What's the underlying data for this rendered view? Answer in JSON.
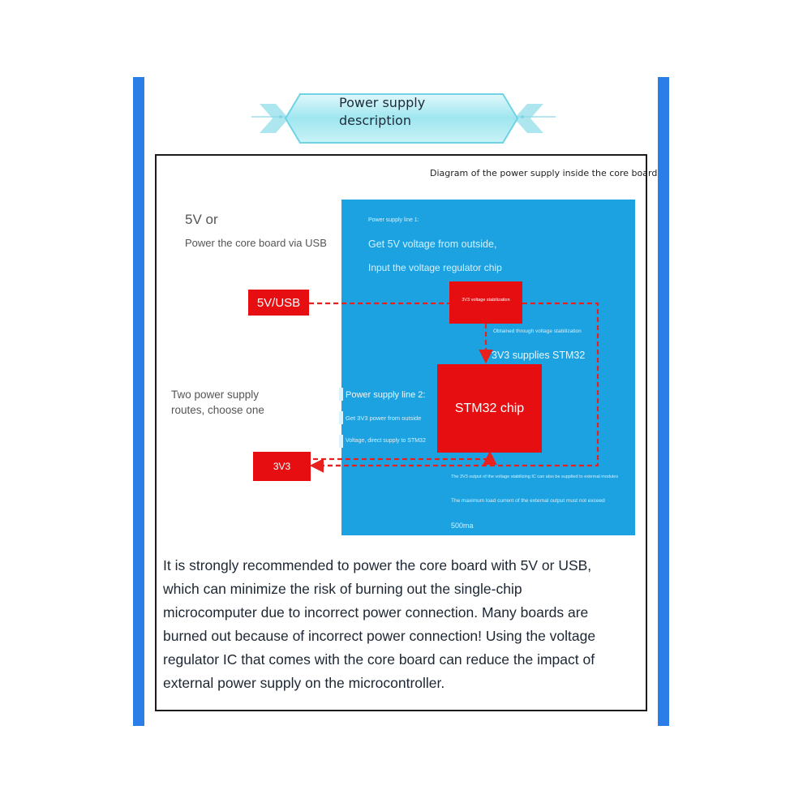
{
  "banner": {
    "title_line1": "Power supply",
    "title_line2": "description"
  },
  "diagram": {
    "caption": "Diagram of the power supply inside the core board",
    "left_labels": {
      "five_v_or": "5V or",
      "via_usb": "Power the core board via USB",
      "routes_line1": "Two power supply",
      "routes_line2": "routes, choose one"
    },
    "panel": {
      "line1_heading": "Power supply line 1:",
      "get_5v": "Get 5V voltage from outside,",
      "input_regulator": "Input the voltage regulator chip",
      "obtained": "Obtained through voltage stabilization",
      "supplies": "3V3 supplies STM32",
      "line2_heading": "Power supply line 2:",
      "get_3v3": "Get 3V3 power from outside",
      "voltage_direct": "Voltage, direct supply to STM32",
      "output_note": "The 3V3 output of the voltage stabilizing IC can also be supplied to external modules",
      "max_load": "The maximum load current of the external output must not exceed",
      "max_value": "500ma"
    },
    "boxes": {
      "usb": "5V/USB",
      "regulator": "3V3 voltage stabilization",
      "stm32": "STM32 chip",
      "three_v3": "3V3"
    },
    "colors": {
      "panel_blue": "#1ca2e0",
      "box_red": "#e60e10",
      "side_bar_blue": "#2b7de8",
      "dashed_line_red": "#e8201e"
    }
  },
  "recommendation": {
    "lines": [
      "It is strongly recommended to power the core board with 5V or USB,",
      "which can minimize the risk of burning out the single-chip",
      "microcomputer due to incorrect power connection. Many boards are",
      "burned out because of incorrect power connection! Using the voltage",
      "regulator IC that comes with the core board can reduce the impact of",
      "external power supply on the microcontroller."
    ]
  }
}
